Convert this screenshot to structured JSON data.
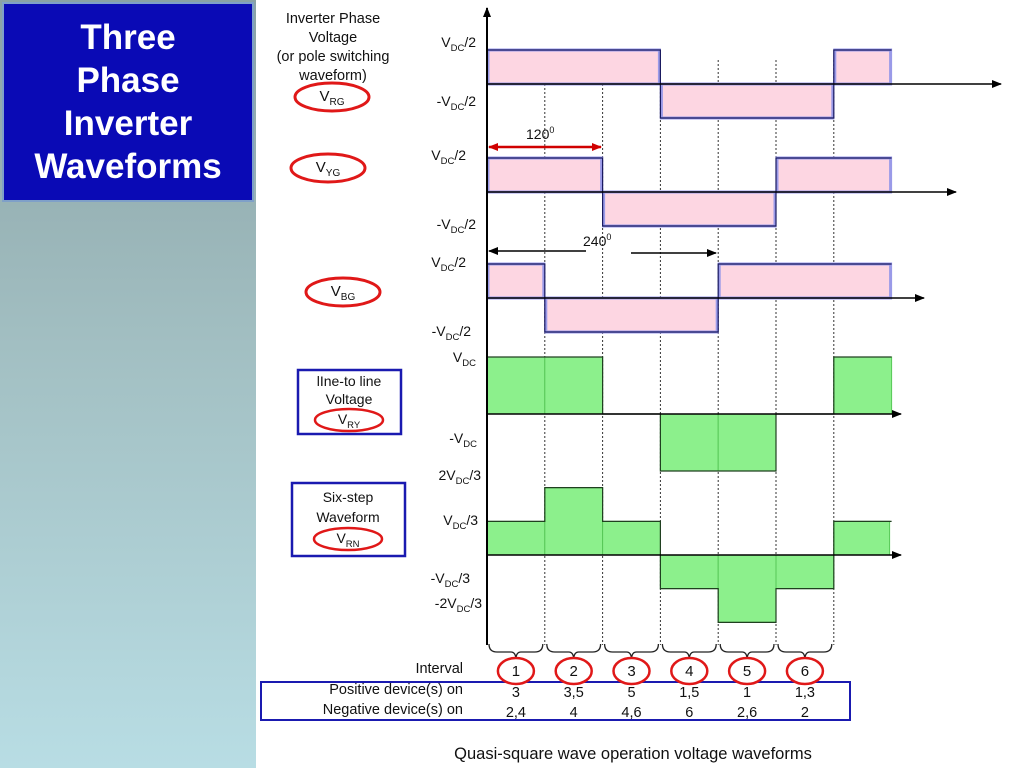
{
  "title": "Three\nPhase\nInverter\nWaveforms",
  "header_label": [
    "Inverter Phase",
    "Voltage",
    "(or pole switching",
    "waveform)"
  ],
  "angles": {
    "a120": "120",
    "a240": "240",
    "deg": "0"
  },
  "signals": {
    "vrg": {
      "main": "V",
      "sub": "RG"
    },
    "vyg": {
      "main": "V",
      "sub": "YG"
    },
    "vbg": {
      "main": "V",
      "sub": "BG"
    },
    "vry": {
      "main": "V",
      "sub": "RY"
    },
    "vrn": {
      "main": "V",
      "sub": "RN"
    }
  },
  "boxes": {
    "line": [
      "lIne-to line",
      "Voltage"
    ],
    "six": [
      "Six-step",
      "Waveform"
    ]
  },
  "levels": {
    "pos_half": {
      "pre": "V",
      "sub": "DC",
      "post": "/2"
    },
    "neg_half": {
      "pre": "-V",
      "sub": "DC",
      "post": "/2"
    },
    "pos_full": {
      "pre": "V",
      "sub": "DC",
      "post": ""
    },
    "neg_full": {
      "pre": "-V",
      "sub": "DC",
      "post": ""
    },
    "pos_2_3": {
      "pre": "2V",
      "sub": "DC",
      "post": "/3"
    },
    "pos_1_3": {
      "pre": "V",
      "sub": "DC",
      "post": "/3"
    },
    "neg_1_3": {
      "pre": "-V",
      "sub": "DC",
      "post": "/3"
    },
    "neg_2_3": {
      "pre": "-2V",
      "sub": "DC",
      "post": "/3"
    }
  },
  "table": {
    "interval_label": "Interval",
    "positive_label": "Positive device(s) on",
    "negative_label": "Negative device(s) on",
    "intervals": [
      "1",
      "2",
      "3",
      "4",
      "5",
      "6"
    ],
    "positive": [
      "3",
      "3,5",
      "5",
      "1,5",
      "1",
      "1,3"
    ],
    "negative": [
      "2,4",
      "4",
      "4,6",
      "6",
      "2,6",
      "2"
    ]
  },
  "caption": "Quasi-square wave operation voltage waveforms",
  "colors": {
    "pole_fill": "#fdd6e2",
    "pole_edge": "#9a9ae8",
    "line_fill": "#8cf08c",
    "line_edge": "#58c858",
    "title_bg": "#0a0ab5",
    "marker": "#e01818",
    "arrow_red": "#d00000",
    "box_border": "#1a1ab0"
  },
  "waveforms": {
    "vrg": [
      1,
      1,
      1,
      -1,
      -1,
      -1
    ],
    "vyg": [
      1,
      1,
      -1,
      -1,
      -1,
      1
    ],
    "vbg": [
      1,
      -1,
      -1,
      -1,
      1,
      1
    ],
    "vry": [
      1,
      1,
      0,
      -1,
      -1,
      0
    ],
    "vrn": [
      0.333,
      0.667,
      0.333,
      -0.333,
      -0.667,
      -0.333
    ]
  }
}
